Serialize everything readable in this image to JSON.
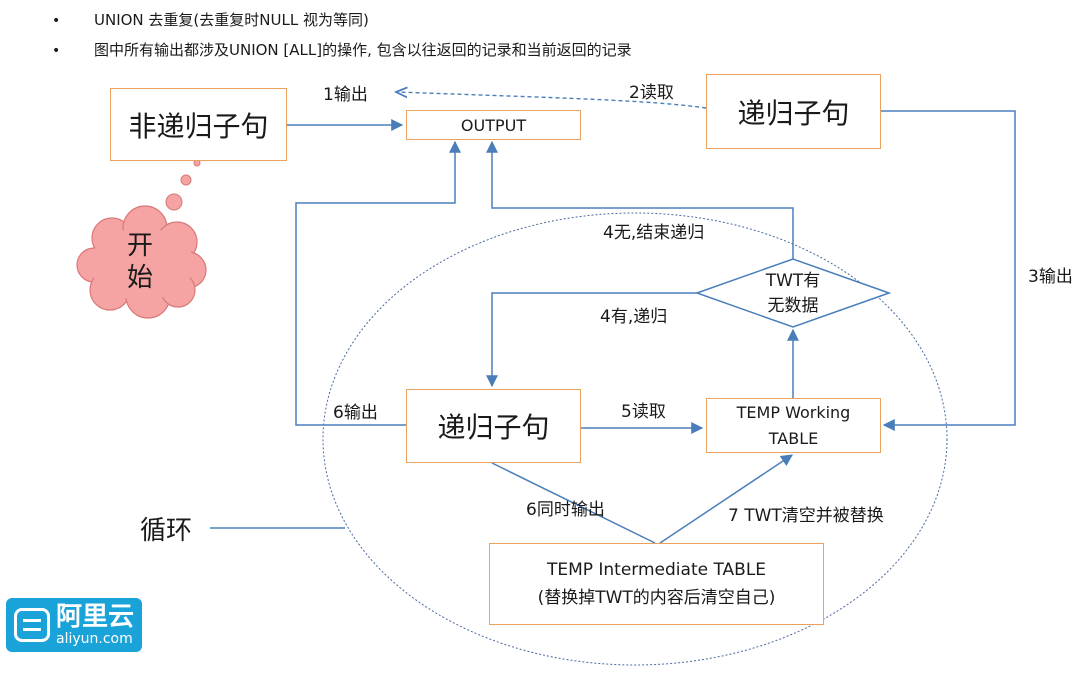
{
  "bullets": [
    "UNION 去重复(去重复时NULL 视为等同)",
    "图中所有输出都涉及UNION [ALL]的操作, 包含以往返回的记录和当前返回的记录"
  ],
  "bullet_symbol": "•",
  "boxes": {
    "non_recursive": "非递归子句",
    "output": "OUTPUT",
    "recursive_top": "递归子句",
    "recursive_loop": "递归子句",
    "temp_working_line1": "TEMP Working",
    "temp_working_line2": "TABLE",
    "temp_intermediate_line1": "TEMP Intermediate TABLE",
    "temp_intermediate_line2": "(替换掉TWT的内容后清空自己)"
  },
  "diamond": {
    "line1": "TWT有",
    "line2": "无数据"
  },
  "start_cloud": {
    "line1": "开",
    "line2": "始"
  },
  "edge_labels": {
    "step1": "1输出",
    "step2": "2读取",
    "step3": "3输出",
    "step4_none": "4无,结束递归",
    "step4_has": "4有,递归",
    "step5": "5读取",
    "step6_out": "6输出",
    "step6_same": "6同时输出",
    "step7": "7 TWT清空并被替换"
  },
  "loop_label": "循环",
  "logo": {
    "brand": "阿里云",
    "domain": "aliyun.com"
  },
  "colors": {
    "box_border": "#e8a15e",
    "arrow": "#4a7ebb",
    "cloud": "#f5a3a3",
    "logo_bg": "#1aa3d9"
  }
}
